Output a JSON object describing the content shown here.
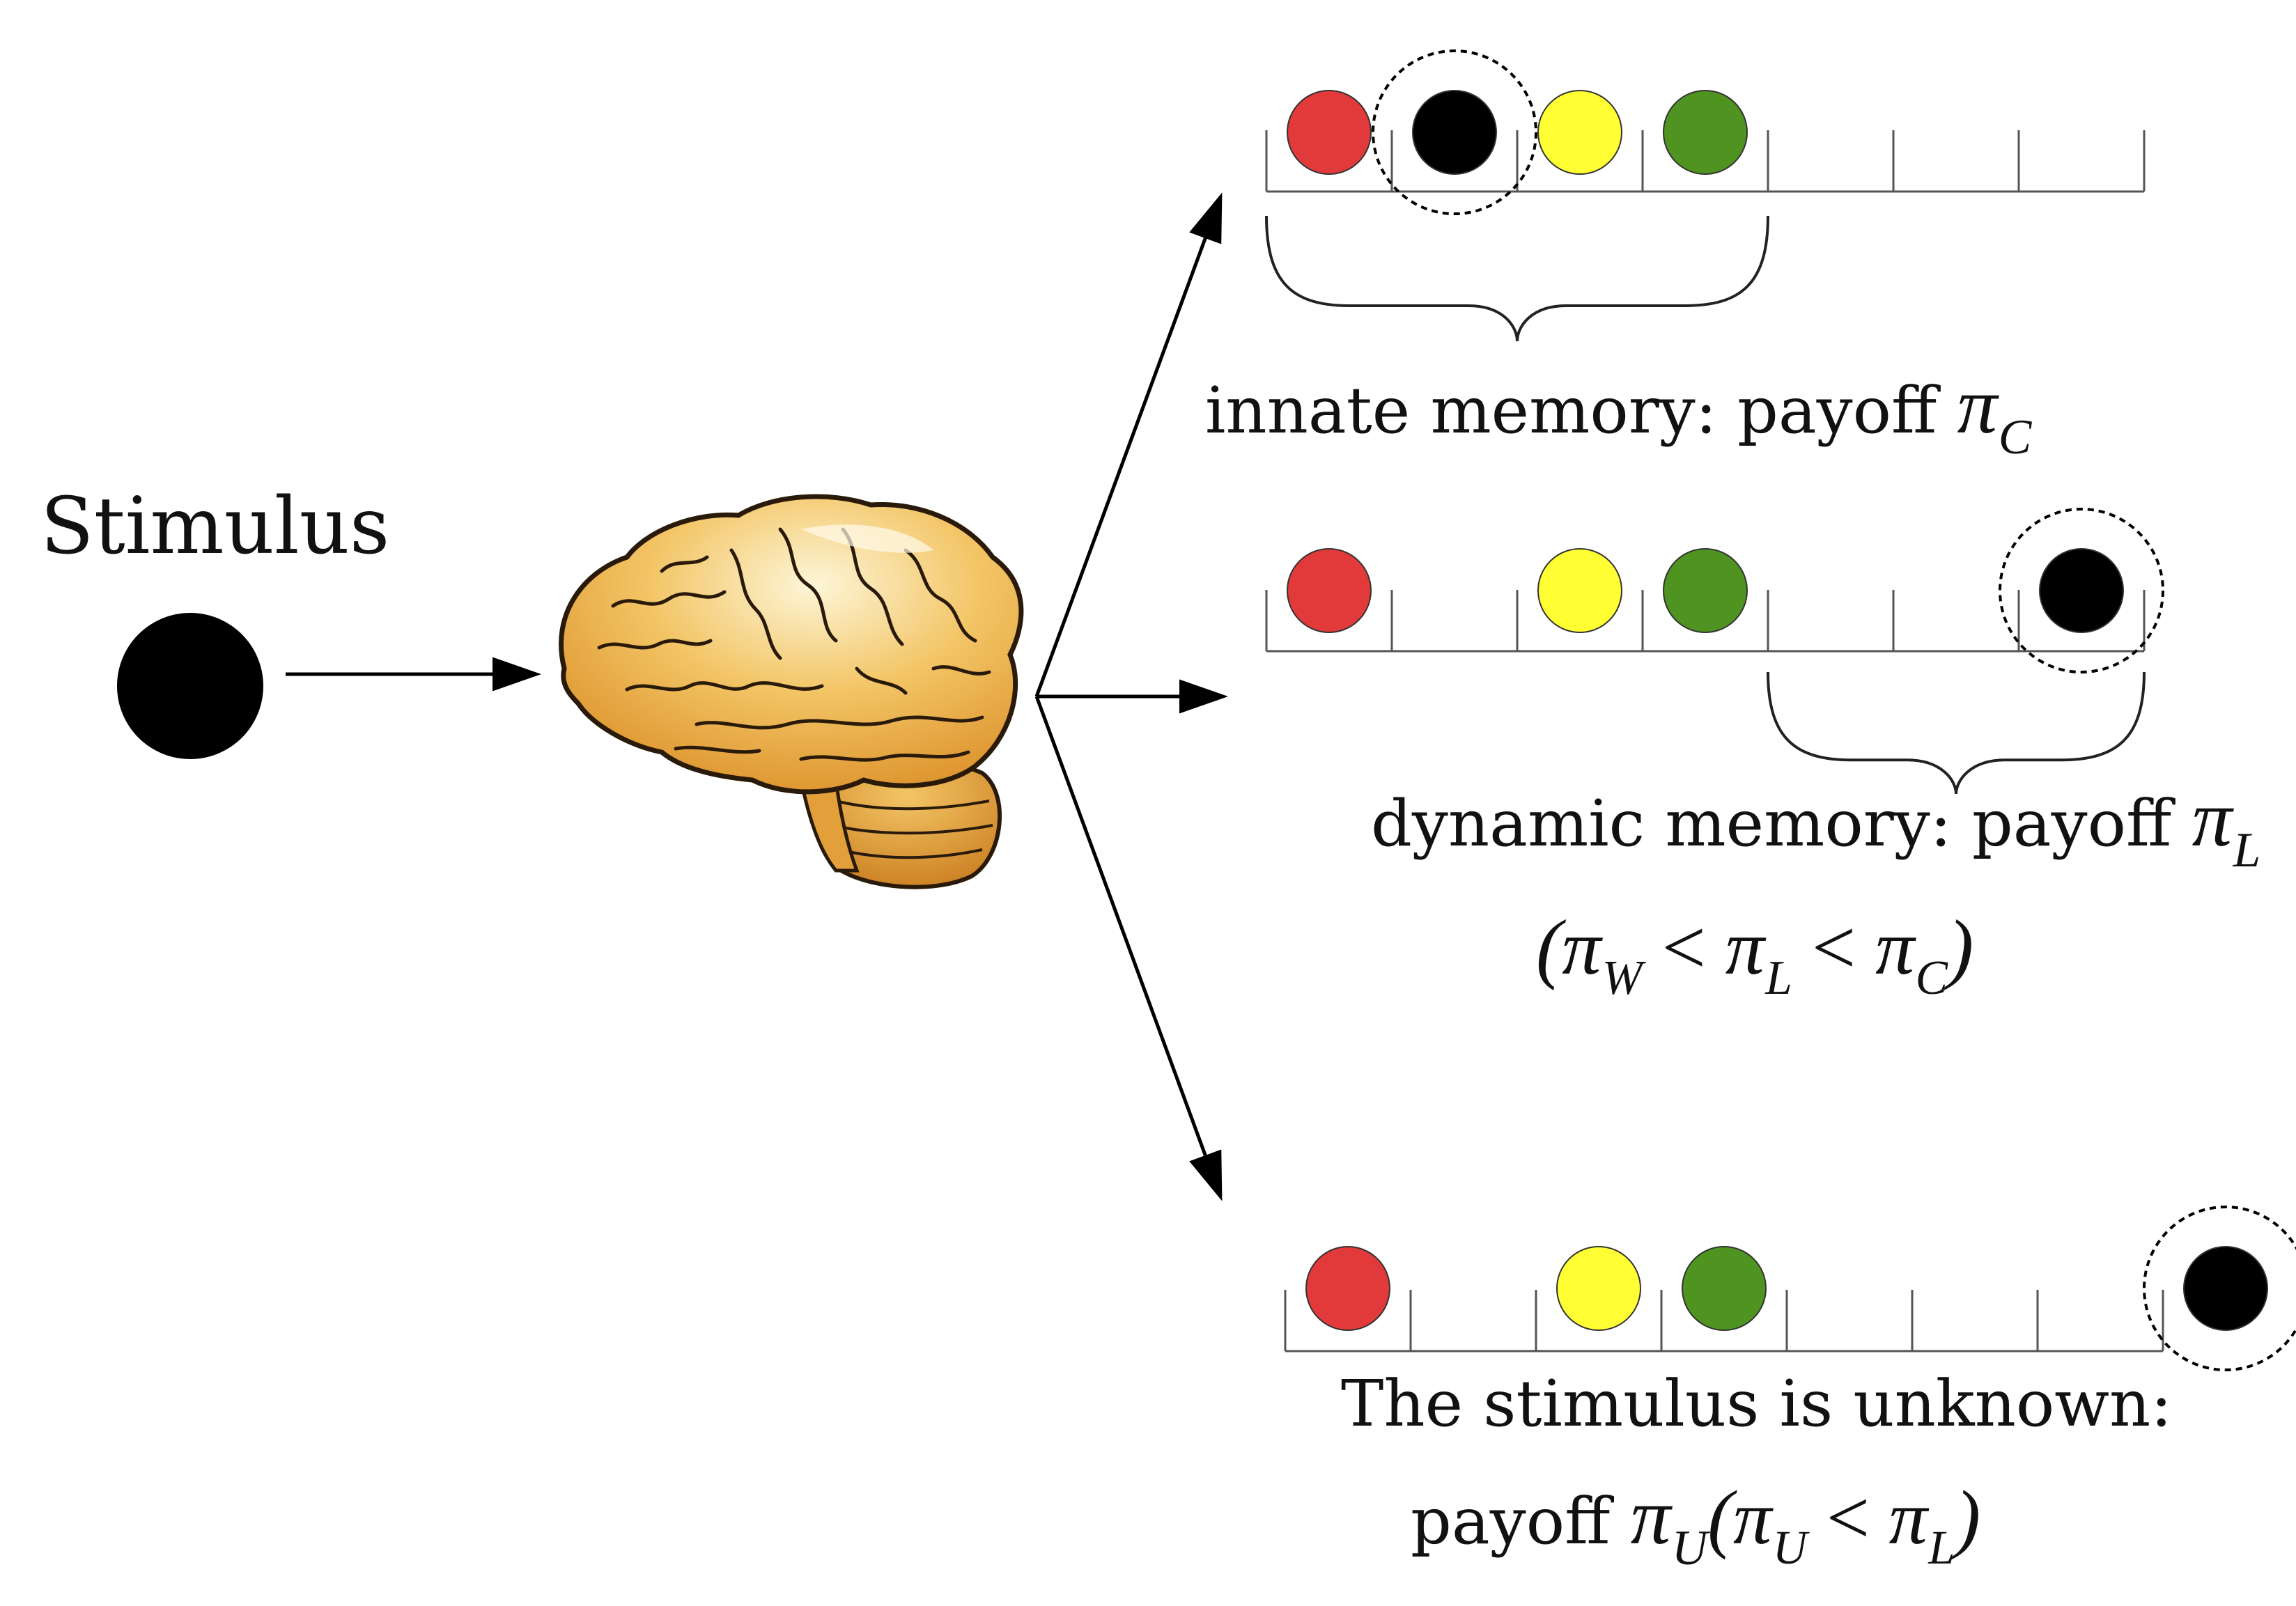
{
  "stimulus": {
    "label": "Stimulus",
    "dot_color": "#000000"
  },
  "brain": {
    "icon": "brain-icon",
    "colors": {
      "light": "#FDF2C6",
      "mid": "#F0B84F",
      "dark": "#D98A22",
      "outline": "#2A1A0A"
    }
  },
  "colors": {
    "red": "#E23A3A",
    "black": "#000000",
    "yellow": "#FFFF33",
    "green": "#4F9421"
  },
  "panels": [
    {
      "id": "innate",
      "slot_count": 7,
      "dots": [
        {
          "slot": 0,
          "color": "red"
        },
        {
          "slot": 1,
          "color": "black",
          "highlighted": true
        },
        {
          "slot": 2,
          "color": "yellow"
        },
        {
          "slot": 3,
          "color": "green"
        }
      ],
      "brace_slots": [
        0,
        4
      ],
      "caption": "innate memory: payoff ",
      "symbol": "π",
      "subscript": "C"
    },
    {
      "id": "dynamic",
      "slot_count": 7,
      "dots": [
        {
          "slot": 0,
          "color": "red"
        },
        {
          "slot": 2,
          "color": "yellow"
        },
        {
          "slot": 3,
          "color": "green"
        },
        {
          "slot": 6,
          "color": "black",
          "highlighted": true
        }
      ],
      "brace_slots": [
        4,
        7
      ],
      "caption": "dynamic memory: payoff ",
      "symbol": "π",
      "subscript": "L",
      "inequality": {
        "open": "(",
        "a": "π",
        "a_sub": "W",
        "lt1": " < ",
        "b": "π",
        "b_sub": "L",
        "lt2": " < ",
        "c": "π",
        "c_sub": "C",
        "close": ")"
      }
    },
    {
      "id": "unknown",
      "slot_count": 7,
      "dots": [
        {
          "slot": 0,
          "color": "red"
        },
        {
          "slot": 2,
          "color": "yellow"
        },
        {
          "slot": 3,
          "color": "green"
        },
        {
          "slot": 7,
          "color": "black",
          "highlighted": true
        }
      ],
      "caption_line1": "The stimulus is unknown:",
      "caption_line2": "payoff ",
      "symbol": "π",
      "subscript": "U",
      "inequality": {
        "open": "(",
        "a": "π",
        "a_sub": "U",
        "lt1": " < ",
        "b": "π",
        "b_sub": "L",
        "close": ")"
      }
    }
  ]
}
